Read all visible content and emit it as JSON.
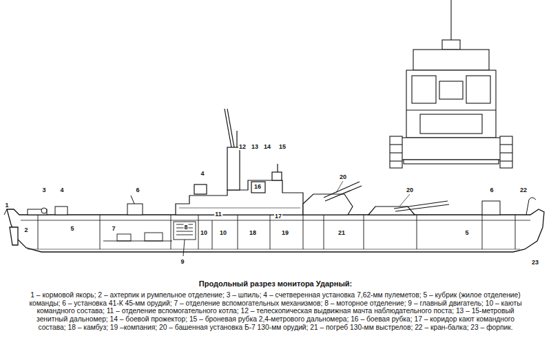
{
  "diagram": {
    "title": "Продольный разрез монитора Ударный:",
    "caption": "1 – кормовой якорь; 2 – ахтерпик и румпельное отделение; 3 – шпиль; 4 – счетверенная установка 7,62-мм пулеметов; 5 – кубрик (жилое отделение) команды; 6 – установка 41-К 45-мм орудий; 7 – отделение вспомогательных механизмов; 8 – моторное отделение; 9 – главный двигатель; 10 – каюты командного состава; 11 – отделение вспомогательного котла; 12 – телескопическая выдвижная мачта наблюдательного поста; 13 – 15-метровый зенитный дальномер; 14 – боевой прожектор; 15 – броневая рубка 2,4-метрового дальномера; 16 – боевая рубка; 17 – коридор кают командного состава; 18 – камбуз; 19 –компания; 20 – башенная установка Б-7 130-мм орудий; 21 – погреб 130-мм выстрелов; 22 – кран-балка; 23 – форпик.",
    "labels": [
      "12",
      "13",
      "14",
      "15",
      "4",
      "20",
      "16",
      "1",
      "3",
      "4",
      "6",
      "20",
      "6",
      "22",
      "11",
      "17",
      "2",
      "5",
      "7",
      "8",
      "10",
      "10",
      "18",
      "19",
      "21",
      "5",
      "9",
      "23"
    ]
  }
}
